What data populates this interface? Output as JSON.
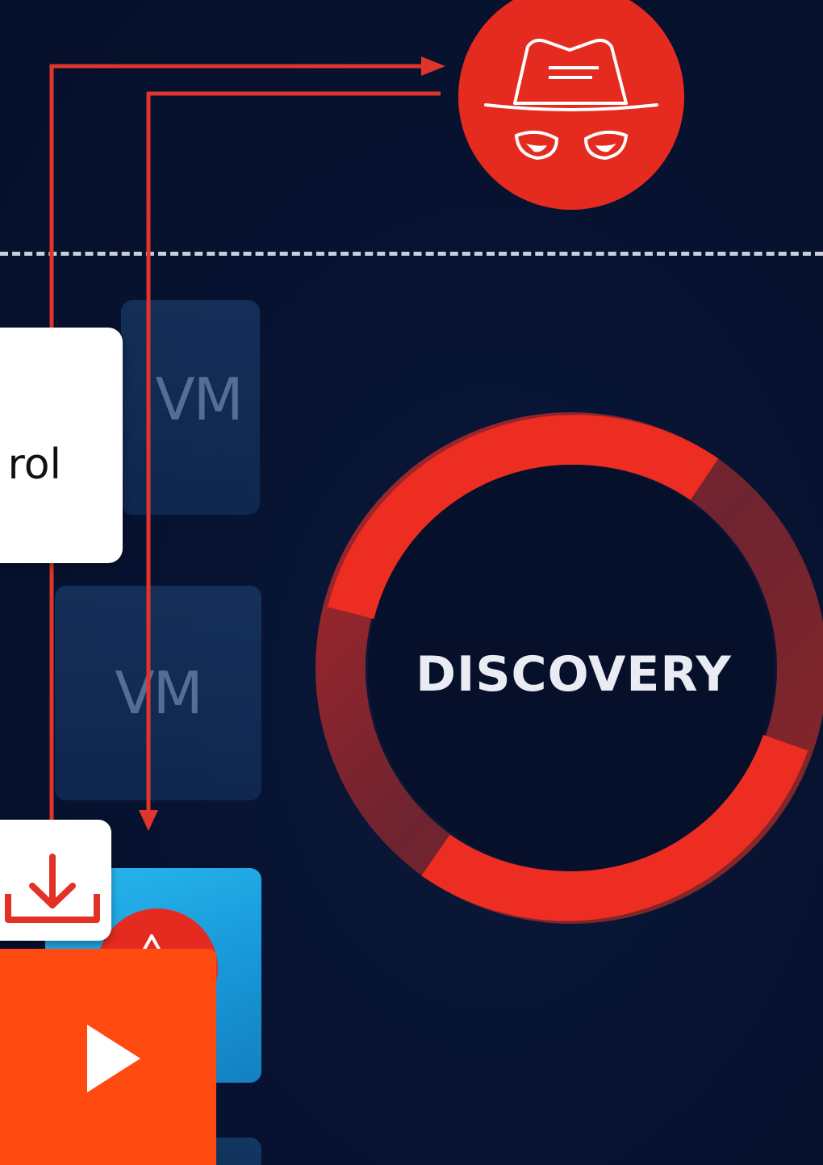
{
  "diagram": {
    "tiles": [
      {
        "label": "VM"
      },
      {
        "label": "VM"
      }
    ],
    "control_card": {
      "text_visible": "rol"
    },
    "discovery": {
      "label": "DISCOVERY"
    },
    "icons": {
      "attacker": "spy-hat-glasses-icon",
      "download": "download-icon",
      "play": "play-icon",
      "alert": "alert-icon"
    },
    "colors": {
      "background": "#07122c",
      "accent_red": "#e52a20",
      "play_orange": "#ff4a12",
      "vm_blue": "#1898d8",
      "dashed_line": "#ebf0fa"
    }
  }
}
